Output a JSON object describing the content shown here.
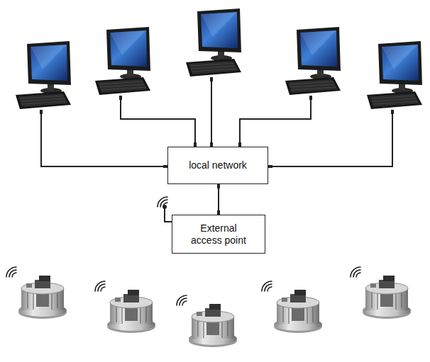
{
  "diagram": {
    "nodes": [
      {
        "text": [
          "local network"
        ]
      },
      {
        "text": [
          "External access point"
        ]
      }
    ],
    "edges": [
      {
        "from": 0,
        "to": 1,
        "arrow": "none"
      }
    ]
  }
}
